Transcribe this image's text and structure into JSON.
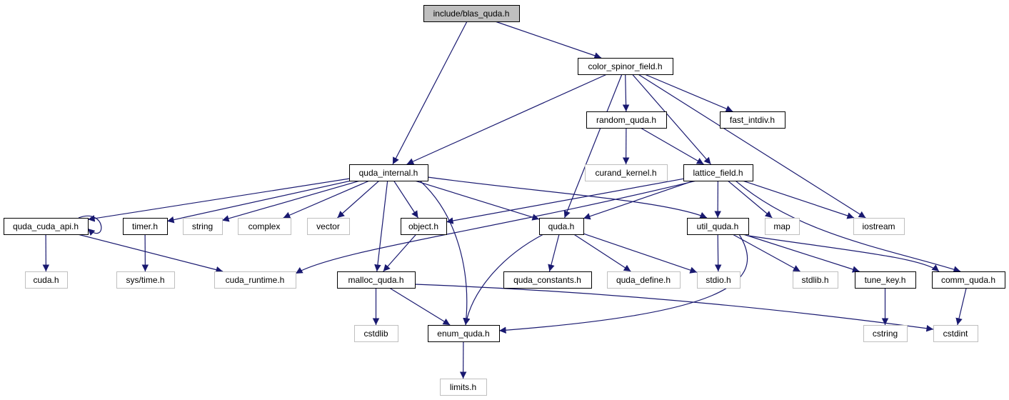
{
  "nodes": [
    {
      "id": "blas_quda",
      "label": "include/blas_quda.h",
      "kind": "root"
    },
    {
      "id": "color_spinor_field",
      "label": "color_spinor_field.h",
      "kind": "local"
    },
    {
      "id": "quda_internal",
      "label": "quda_internal.h",
      "kind": "local"
    },
    {
      "id": "random_quda",
      "label": "random_quda.h",
      "kind": "local"
    },
    {
      "id": "fast_intdiv",
      "label": "fast_intdiv.h",
      "kind": "local"
    },
    {
      "id": "curand_kernel",
      "label": "curand_kernel.h",
      "kind": "system"
    },
    {
      "id": "lattice_field",
      "label": "lattice_field.h",
      "kind": "local"
    },
    {
      "id": "quda_cuda_api",
      "label": "quda_cuda_api.h",
      "kind": "local"
    },
    {
      "id": "timer",
      "label": "timer.h",
      "kind": "local"
    },
    {
      "id": "string",
      "label": "string",
      "kind": "system"
    },
    {
      "id": "complex",
      "label": "complex",
      "kind": "system"
    },
    {
      "id": "vector",
      "label": "vector",
      "kind": "system"
    },
    {
      "id": "object",
      "label": "object.h",
      "kind": "local"
    },
    {
      "id": "quda",
      "label": "quda.h",
      "kind": "local"
    },
    {
      "id": "util_quda",
      "label": "util_quda.h",
      "kind": "local"
    },
    {
      "id": "map",
      "label": "map",
      "kind": "system"
    },
    {
      "id": "iostream",
      "label": "iostream",
      "kind": "system"
    },
    {
      "id": "cuda",
      "label": "cuda.h",
      "kind": "system"
    },
    {
      "id": "sys_time",
      "label": "sys/time.h",
      "kind": "system"
    },
    {
      "id": "cuda_runtime",
      "label": "cuda_runtime.h",
      "kind": "system"
    },
    {
      "id": "malloc_quda",
      "label": "malloc_quda.h",
      "kind": "local"
    },
    {
      "id": "quda_constants",
      "label": "quda_constants.h",
      "kind": "local"
    },
    {
      "id": "quda_define",
      "label": "quda_define.h",
      "kind": "system"
    },
    {
      "id": "stdio",
      "label": "stdio.h",
      "kind": "system"
    },
    {
      "id": "stdlib",
      "label": "stdlib.h",
      "kind": "system"
    },
    {
      "id": "tune_key",
      "label": "tune_key.h",
      "kind": "local"
    },
    {
      "id": "comm_quda",
      "label": "comm_quda.h",
      "kind": "local"
    },
    {
      "id": "cstdlib",
      "label": "cstdlib",
      "kind": "system"
    },
    {
      "id": "enum_quda",
      "label": "enum_quda.h",
      "kind": "local"
    },
    {
      "id": "cstring",
      "label": "cstring",
      "kind": "system"
    },
    {
      "id": "cstdint",
      "label": "cstdint",
      "kind": "system"
    },
    {
      "id": "limits",
      "label": "limits.h",
      "kind": "system"
    }
  ],
  "edges": [
    [
      "blas_quda",
      "quda_internal"
    ],
    [
      "blas_quda",
      "color_spinor_field"
    ],
    [
      "color_spinor_field",
      "quda_internal"
    ],
    [
      "color_spinor_field",
      "quda"
    ],
    [
      "color_spinor_field",
      "random_quda"
    ],
    [
      "color_spinor_field",
      "lattice_field"
    ],
    [
      "color_spinor_field",
      "fast_intdiv"
    ],
    [
      "color_spinor_field",
      "iostream"
    ],
    [
      "random_quda",
      "curand_kernel"
    ],
    [
      "random_quda",
      "lattice_field"
    ],
    [
      "quda_internal",
      "quda_cuda_api"
    ],
    [
      "quda_internal",
      "timer"
    ],
    [
      "quda_internal",
      "string"
    ],
    [
      "quda_internal",
      "complex"
    ],
    [
      "quda_internal",
      "vector"
    ],
    [
      "quda_internal",
      "object"
    ],
    [
      "quda_internal",
      "malloc_quda"
    ],
    [
      "quda_internal",
      "enum_quda"
    ],
    [
      "quda_internal",
      "quda"
    ],
    [
      "quda_internal",
      "util_quda"
    ],
    [
      "lattice_field",
      "object"
    ],
    [
      "lattice_field",
      "cuda_runtime"
    ],
    [
      "lattice_field",
      "quda"
    ],
    [
      "lattice_field",
      "util_quda"
    ],
    [
      "lattice_field",
      "map"
    ],
    [
      "lattice_field",
      "iostream"
    ],
    [
      "lattice_field",
      "comm_quda"
    ],
    [
      "quda_cuda_api",
      "quda_cuda_api"
    ],
    [
      "quda_cuda_api",
      "cuda"
    ],
    [
      "quda_cuda_api",
      "cuda_runtime"
    ],
    [
      "timer",
      "sys_time"
    ],
    [
      "object",
      "malloc_quda"
    ],
    [
      "quda",
      "quda_constants"
    ],
    [
      "quda",
      "quda_define"
    ],
    [
      "quda",
      "stdio"
    ],
    [
      "quda",
      "enum_quda"
    ],
    [
      "util_quda",
      "stdio"
    ],
    [
      "util_quda",
      "stdlib"
    ],
    [
      "util_quda",
      "tune_key"
    ],
    [
      "util_quda",
      "comm_quda"
    ],
    [
      "util_quda",
      "enum_quda"
    ],
    [
      "malloc_quda",
      "cstdlib"
    ],
    [
      "malloc_quda",
      "enum_quda"
    ],
    [
      "malloc_quda",
      "cstdint"
    ],
    [
      "tune_key",
      "cstring"
    ],
    [
      "comm_quda",
      "cstdint"
    ],
    [
      "enum_quda",
      "limits"
    ]
  ],
  "colors": {
    "edge": "#191970",
    "root_fill": "#bfbfbf",
    "local_border": "#000000",
    "system_border": "#bfbfbf"
  }
}
